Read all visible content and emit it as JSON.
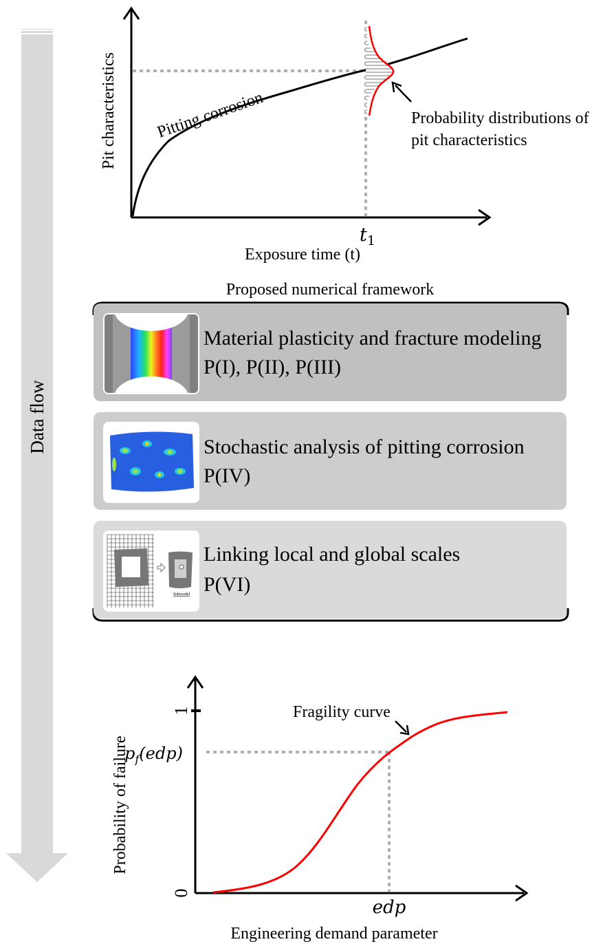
{
  "flow_arrow": {
    "label": "Data flow"
  },
  "top_chart": {
    "ylabel": "Pit characteristics",
    "xlabel": "Exposure time (t)",
    "curve_label": "Pitting corrosion",
    "t1_label": "t",
    "t1_subscript": "1",
    "annotation_line1": "Probability distributions of",
    "annotation_line2": "pit characteristics",
    "curve_color": "#000000",
    "distribution_color": "#ff0000"
  },
  "framework": {
    "title": "Proposed numerical framework",
    "panels": [
      {
        "title": "Material plasticity and fracture modeling",
        "refs": "P(I), P(II), P(III)",
        "color": "#c0c0c0",
        "thumb_icon": "fracture-specimen"
      },
      {
        "title": "Stochastic analysis of pitting corrosion",
        "refs": "P(IV)",
        "color": "#cdcdcd",
        "thumb_icon": "pitted-plate-stress-map"
      },
      {
        "title": "Linking local and global scales",
        "refs": "P(VI)",
        "color": "#dadada",
        "thumb_icon": "submodel-grid",
        "thumb_caption": "Submodel"
      }
    ]
  },
  "fragility_chart": {
    "ylabel": "Probability of failure",
    "xlabel": "Engineering demand parameter",
    "tick_1": "1",
    "tick_0": "0",
    "pf_label": "p",
    "pf_sub": "f",
    "pf_arg": "(edp)",
    "edp_label": "edp",
    "curve_label": "Fragility curve",
    "curve_color": "#ff0000"
  }
}
